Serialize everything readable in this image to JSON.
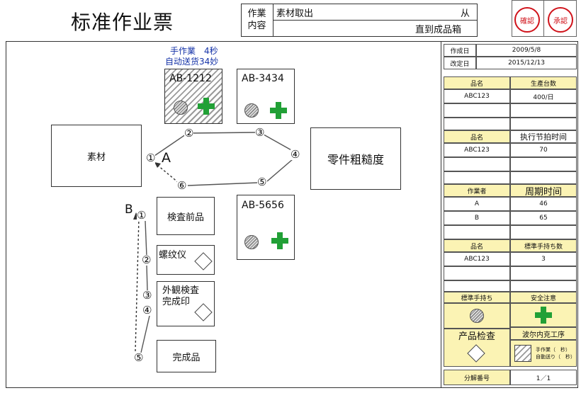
{
  "title": "标准作业票",
  "header": {
    "label": "作業\n内容",
    "label_line1": "作業",
    "label_line2": "内容",
    "line1_left": "素材取出",
    "line1_right": "从",
    "line2": "直到成品箱"
  },
  "stamps": [
    "確認",
    "承認"
  ],
  "top_note": {
    "line1": "手作業　4秒",
    "line2": "自动送货34妙"
  },
  "machines": {
    "m1": "AB-1212",
    "m2": "AB-3434",
    "m3": "AB-5656"
  },
  "stations": {
    "material": "素材",
    "roughness": "零件粗糙度",
    "inspect_before": "検査前品",
    "thread_gauge": "螺纹仪",
    "visual_check": "外観検査\n完成印",
    "visual_check_l1": "外観検査",
    "visual_check_l2": "完成印",
    "finished": "完成品"
  },
  "routes": {
    "A": {
      "label": "A",
      "steps": [
        "①",
        "②",
        "③",
        "④",
        "⑤",
        "⑥"
      ]
    },
    "B": {
      "label": "B",
      "steps": [
        "①",
        "②",
        "③",
        "④",
        "⑤"
      ]
    }
  },
  "side": {
    "created_label": "作成日",
    "created": "2009/5/8",
    "revised_label": "改定日",
    "revised": "2015/12/13",
    "sec1": {
      "h1": "品名",
      "h2": "生產台数",
      "r1c1": "ABC123",
      "r1c2": "400/日"
    },
    "sec2": {
      "h1": "品名",
      "h2": "执行节拍时间",
      "r1c1": "ABC123",
      "r1c2": "70"
    },
    "sec3": {
      "h1": "作業者",
      "h2": "周期时间",
      "rows": [
        [
          "A",
          "46"
        ],
        [
          "B",
          "65"
        ]
      ]
    },
    "sec4": {
      "h1": "品名",
      "h2": "標準手持ち数",
      "r1c1": "ABC123",
      "r1c2": "3"
    },
    "legend": {
      "h1": "標準手持ち",
      "h2": "安全注意",
      "quality": "产品检查",
      "safety_note": "波尔内克工序",
      "hatch_line1": "手作業（　秒）",
      "hatch_line2": "自動送り（　秒）"
    },
    "footer_label": "分解番号",
    "footer_value": "1／1"
  },
  "colors": {
    "stamp_red": "#d0131b",
    "cross_green": "#21a036",
    "note_blue": "#1533a8",
    "yellow": "#fbf3b4"
  }
}
